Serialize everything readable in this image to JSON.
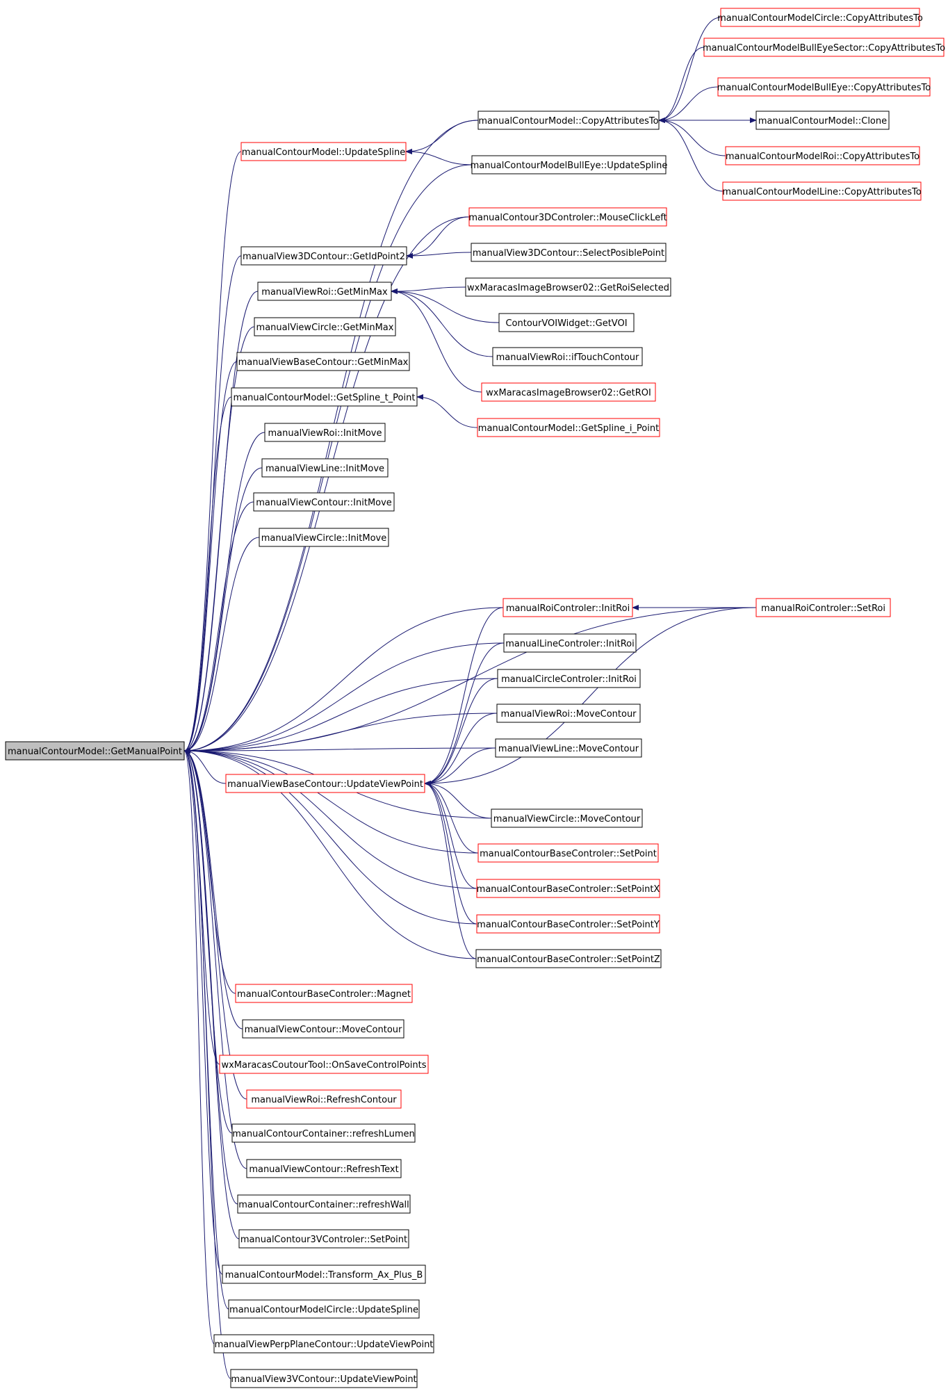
{
  "colors": {
    "edge": "#191970",
    "node_border_black": "#000000",
    "node_border_red": "#ff0000",
    "root_fill": "#bfbfbf",
    "node_fill": "#ffffff"
  },
  "root": "manualContourModel::GetManualPoint",
  "nodes": [
    {
      "id": "n0",
      "label": "manualContourModel::GetManualPoint",
      "border": "black",
      "root": true
    },
    {
      "id": "n1",
      "label": "manualContourModelCircle::CopyAttributesTo",
      "border": "red"
    },
    {
      "id": "n2",
      "label": "manualContourModelBullEyeSector::CopyAttributesTo",
      "border": "red"
    },
    {
      "id": "n3",
      "label": "manualContourModelBullEye::CopyAttributesTo",
      "border": "red"
    },
    {
      "id": "n4",
      "label": "manualContourModel::CopyAttributesTo",
      "border": "black"
    },
    {
      "id": "n5",
      "label": "manualContourModel::Clone",
      "border": "black"
    },
    {
      "id": "n6",
      "label": "manualContourModel::UpdateSpline",
      "border": "red"
    },
    {
      "id": "n7",
      "label": "manualContourModelRoi::CopyAttributesTo",
      "border": "red"
    },
    {
      "id": "n8",
      "label": "manualContourModelBullEye::UpdateSpline",
      "border": "black"
    },
    {
      "id": "n9",
      "label": "manualContourModelLine::CopyAttributesTo",
      "border": "red"
    },
    {
      "id": "n10",
      "label": "manualContour3DControler::MouseClickLeft",
      "border": "red"
    },
    {
      "id": "n11",
      "label": "manualView3DContour::GetIdPoint2",
      "border": "black"
    },
    {
      "id": "n12",
      "label": "manualView3DContour::SelectPosiblePoint",
      "border": "black"
    },
    {
      "id": "n13",
      "label": "manualViewRoi::GetMinMax",
      "border": "black"
    },
    {
      "id": "n14",
      "label": "wxMaracasImageBrowser02::GetRoiSelected",
      "border": "black"
    },
    {
      "id": "n15",
      "label": "ContourVOIWidget::GetVOI",
      "border": "black"
    },
    {
      "id": "n16",
      "label": "manualViewCircle::GetMinMax",
      "border": "black"
    },
    {
      "id": "n17",
      "label": "manualViewRoi::ifTouchContour",
      "border": "black"
    },
    {
      "id": "n18",
      "label": "manualViewBaseContour::GetMinMax",
      "border": "black"
    },
    {
      "id": "n19",
      "label": "wxMaracasImageBrowser02::GetROI",
      "border": "red"
    },
    {
      "id": "n20",
      "label": "manualContourModel::GetSpline_t_Point",
      "border": "black"
    },
    {
      "id": "n21",
      "label": "manualContourModel::GetSpline_i_Point",
      "border": "red"
    },
    {
      "id": "n22",
      "label": "manualViewRoi::InitMove",
      "border": "black"
    },
    {
      "id": "n23",
      "label": "manualViewLine::InitMove",
      "border": "black"
    },
    {
      "id": "n24",
      "label": "manualViewContour::InitMove",
      "border": "black"
    },
    {
      "id": "n25",
      "label": "manualViewCircle::InitMove",
      "border": "black"
    },
    {
      "id": "n26",
      "label": "manualRoiControler::InitRoi",
      "border": "red"
    },
    {
      "id": "n27",
      "label": "manualRoiControler::SetRoi",
      "border": "red"
    },
    {
      "id": "n28",
      "label": "manualLineControler::InitRoi",
      "border": "black"
    },
    {
      "id": "n29",
      "label": "manualCircleControler::InitRoi",
      "border": "black"
    },
    {
      "id": "n30",
      "label": "manualViewRoi::MoveContour",
      "border": "black"
    },
    {
      "id": "n31",
      "label": "manualViewLine::MoveContour",
      "border": "black"
    },
    {
      "id": "n32",
      "label": "manualViewBaseContour::UpdateViewPoint",
      "border": "red"
    },
    {
      "id": "n33",
      "label": "manualViewCircle::MoveContour",
      "border": "black"
    },
    {
      "id": "n34",
      "label": "manualContourBaseControler::SetPoint",
      "border": "red"
    },
    {
      "id": "n35",
      "label": "manualContourBaseControler::SetPointX",
      "border": "red"
    },
    {
      "id": "n36",
      "label": "manualContourBaseControler::SetPointY",
      "border": "red"
    },
    {
      "id": "n37",
      "label": "manualContourBaseControler::SetPointZ",
      "border": "black"
    },
    {
      "id": "n38",
      "label": "manualContourBaseControler::Magnet",
      "border": "red"
    },
    {
      "id": "n39",
      "label": "manualViewContour::MoveContour",
      "border": "black"
    },
    {
      "id": "n40",
      "label": "wxMaracasCoutourTool::OnSaveControlPoints",
      "border": "red"
    },
    {
      "id": "n41",
      "label": "manualViewRoi::RefreshContour",
      "border": "red"
    },
    {
      "id": "n42",
      "label": "manualContourContainer::refreshLumen",
      "border": "black"
    },
    {
      "id": "n43",
      "label": "manualViewContour::RefreshText",
      "border": "black"
    },
    {
      "id": "n44",
      "label": "manualContourContainer::refreshWall",
      "border": "black"
    },
    {
      "id": "n45",
      "label": "manualContour3VControler::SetPoint",
      "border": "black"
    },
    {
      "id": "n46",
      "label": "manualContourModel::Transform_Ax_Plus_B",
      "border": "black"
    },
    {
      "id": "n47",
      "label": "manualContourModelCircle::UpdateSpline",
      "border": "black"
    },
    {
      "id": "n48",
      "label": "manualViewPerpPlaneContour::UpdateViewPoint",
      "border": "black"
    },
    {
      "id": "n49",
      "label": "manualView3VContour::UpdateViewPoint",
      "border": "black"
    }
  ],
  "edges": [
    [
      "n4",
      "n0"
    ],
    [
      "n6",
      "n0"
    ],
    [
      "n8",
      "n0"
    ],
    [
      "n10",
      "n0"
    ],
    [
      "n11",
      "n0"
    ],
    [
      "n13",
      "n0"
    ],
    [
      "n16",
      "n0"
    ],
    [
      "n18",
      "n0"
    ],
    [
      "n20",
      "n0"
    ],
    [
      "n22",
      "n0"
    ],
    [
      "n23",
      "n0"
    ],
    [
      "n24",
      "n0"
    ],
    [
      "n25",
      "n0"
    ],
    [
      "n27",
      "n0"
    ],
    [
      "n26",
      "n0"
    ],
    [
      "n28",
      "n0"
    ],
    [
      "n29",
      "n0"
    ],
    [
      "n30",
      "n0"
    ],
    [
      "n31",
      "n0"
    ],
    [
      "n32",
      "n0"
    ],
    [
      "n33",
      "n0"
    ],
    [
      "n34",
      "n0"
    ],
    [
      "n35",
      "n0"
    ],
    [
      "n36",
      "n0"
    ],
    [
      "n37",
      "n0"
    ],
    [
      "n38",
      "n0"
    ],
    [
      "n39",
      "n0"
    ],
    [
      "n40",
      "n0"
    ],
    [
      "n41",
      "n0"
    ],
    [
      "n42",
      "n0"
    ],
    [
      "n43",
      "n0"
    ],
    [
      "n44",
      "n0"
    ],
    [
      "n45",
      "n0"
    ],
    [
      "n46",
      "n0"
    ],
    [
      "n47",
      "n0"
    ],
    [
      "n48",
      "n0"
    ],
    [
      "n49",
      "n0"
    ],
    [
      "n1",
      "n4"
    ],
    [
      "n2",
      "n4"
    ],
    [
      "n3",
      "n4"
    ],
    [
      "n5",
      "n4"
    ],
    [
      "n7",
      "n4"
    ],
    [
      "n9",
      "n4"
    ],
    [
      "n4",
      "n5"
    ],
    [
      "n4",
      "n6"
    ],
    [
      "n8",
      "n6"
    ],
    [
      "n10",
      "n11"
    ],
    [
      "n12",
      "n11"
    ],
    [
      "n14",
      "n13"
    ],
    [
      "n15",
      "n13"
    ],
    [
      "n17",
      "n13"
    ],
    [
      "n19",
      "n13"
    ],
    [
      "n21",
      "n20"
    ],
    [
      "n27",
      "n26"
    ],
    [
      "n26",
      "n32"
    ],
    [
      "n28",
      "n32"
    ],
    [
      "n29",
      "n32"
    ],
    [
      "n30",
      "n32"
    ],
    [
      "n31",
      "n32"
    ],
    [
      "n33",
      "n32"
    ],
    [
      "n34",
      "n32"
    ],
    [
      "n35",
      "n32"
    ],
    [
      "n36",
      "n32"
    ],
    [
      "n37",
      "n32"
    ],
    [
      "n27",
      "n32"
    ]
  ]
}
